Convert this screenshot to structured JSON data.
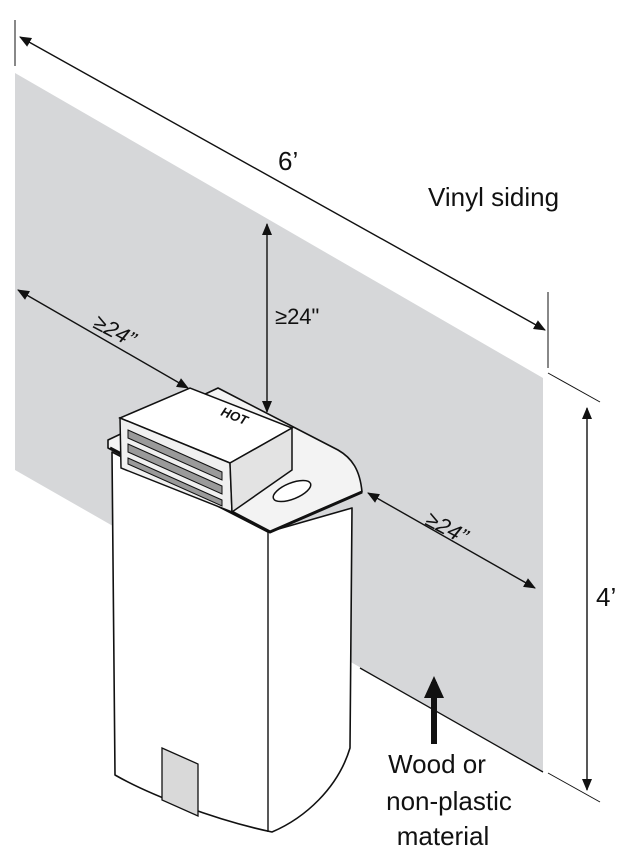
{
  "labels": {
    "width": "6’",
    "height": "4’",
    "siding": "Vinyl siding",
    "clearance_left": "≥24”",
    "clearance_top": "≥24\"",
    "clearance_right": "≥24”",
    "material_line1": "Wood or",
    "material_line2": "non-plastic",
    "material_line3": "material",
    "heater_badge": "HOT"
  },
  "colors": {
    "siding_panel": "#d6d7d9",
    "heater_body": "#ffffff",
    "outline": "#111111"
  }
}
